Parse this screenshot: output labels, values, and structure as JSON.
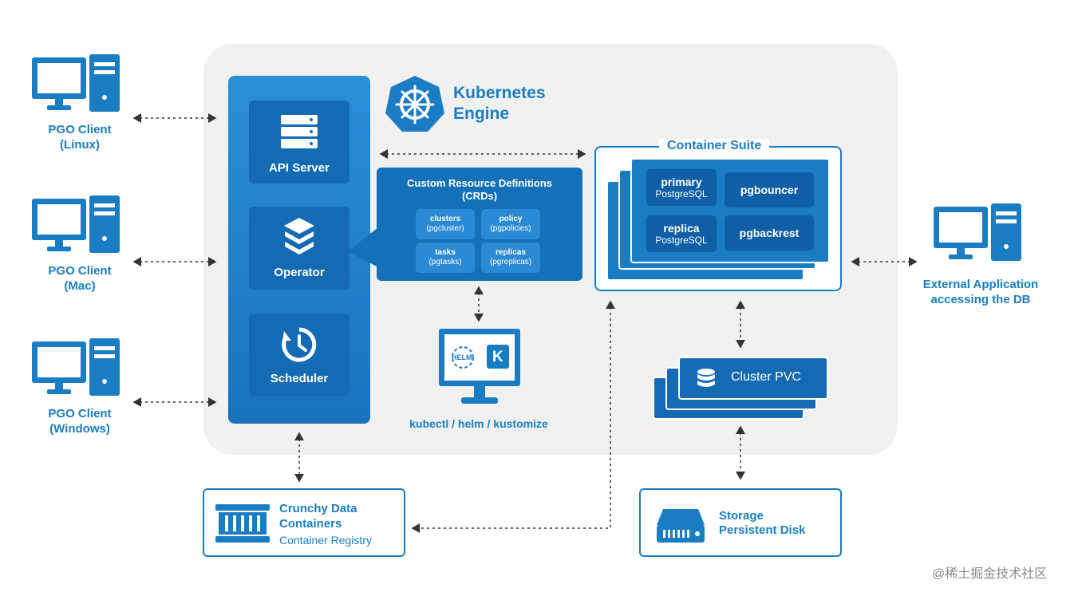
{
  "clients": [
    {
      "line1": "PGO Client",
      "line2": "(Linux)"
    },
    {
      "line1": "PGO Client",
      "line2": "(Mac)"
    },
    {
      "line1": "PGO Client",
      "line2": "(Windows)"
    }
  ],
  "engine": {
    "line1": "Kubernetes",
    "line2": "Engine"
  },
  "components": {
    "api_server": "API Server",
    "operator": "Operator",
    "scheduler": "Scheduler"
  },
  "crd": {
    "title_line1": "Custom Resource Definitions",
    "title_line2": "(CRDs)",
    "chips": [
      {
        "name": "clusters",
        "sub": "(pgcluster)"
      },
      {
        "name": "policy",
        "sub": "(pgpolicies)"
      },
      {
        "name": "tasks",
        "sub": "(pgtasks)"
      },
      {
        "name": "replicas",
        "sub": "(pgreplicas)"
      }
    ]
  },
  "tools": {
    "helm_text": "HELM",
    "k_text": "K",
    "label": "kubectl / helm / kustomize"
  },
  "container_suite": {
    "title": "Container Suite",
    "primary": {
      "name": "primary",
      "sub": "PostgreSQL"
    },
    "replica": {
      "name": "replica",
      "sub": "PostgreSQL"
    },
    "pgbouncer": "pgbouncer",
    "pgbackrest": "pgbackrest"
  },
  "cluster_pvc": "Cluster PVC",
  "external": {
    "line1": "External Application",
    "line2": "accessing the DB"
  },
  "registry": {
    "line1": "Crunchy Data",
    "line2": "Containers",
    "line3": "Container Registry"
  },
  "storage": {
    "line1": "Storage",
    "line2": "Persistent Disk"
  },
  "watermark": "@稀土掘金技术社区",
  "colors": {
    "primary": "#1a7dc4",
    "dark": "#146bb4",
    "engine_bg": "#f1f1f2"
  }
}
